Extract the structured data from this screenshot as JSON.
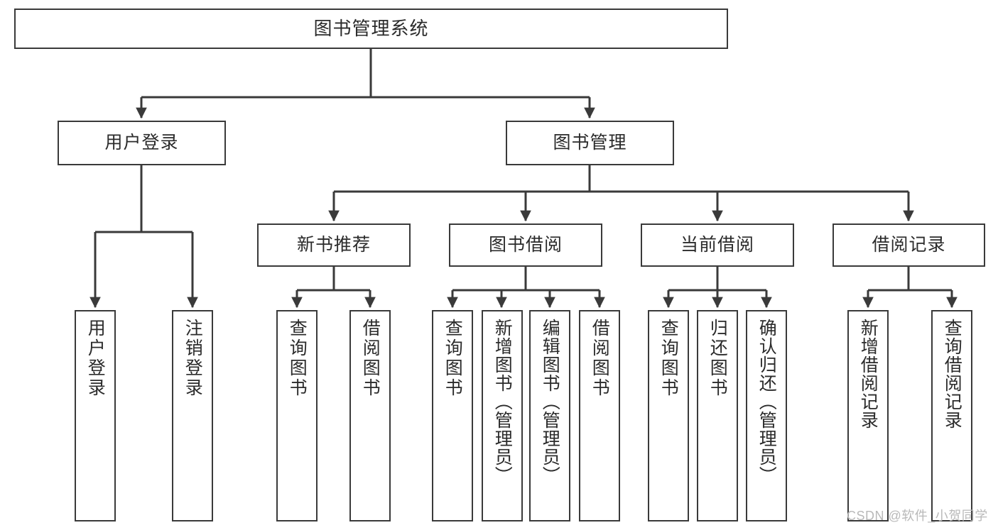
{
  "diagram": {
    "title": "图书管理系统",
    "type": "tree",
    "root": {
      "id": "root",
      "label": "图书管理系统"
    },
    "level2": [
      {
        "id": "user-login",
        "label": "用户登录"
      },
      {
        "id": "book-management",
        "label": "图书管理"
      }
    ],
    "level3": [
      {
        "id": "new-book-recommend",
        "label": "新书推荐",
        "parent": "book-management"
      },
      {
        "id": "book-borrow",
        "label": "图书借阅",
        "parent": "book-management"
      },
      {
        "id": "current-borrow",
        "label": "当前借阅",
        "parent": "book-management"
      },
      {
        "id": "borrow-record",
        "label": "借阅记录",
        "parent": "book-management"
      }
    ],
    "leaves": [
      {
        "id": "leaf-user-login",
        "label": "用户登录",
        "parent": "user-login"
      },
      {
        "id": "leaf-logout-login",
        "label": "注销登录",
        "parent": "user-login"
      },
      {
        "id": "leaf-query-book-1",
        "label": "查询图书",
        "parent": "new-book-recommend"
      },
      {
        "id": "leaf-borrow-book-1",
        "label": "借阅图书",
        "parent": "new-book-recommend"
      },
      {
        "id": "leaf-query-book-2",
        "label": "查询图书",
        "parent": "book-borrow"
      },
      {
        "id": "leaf-add-book",
        "label": "新增图书（管理员）",
        "parent": "book-borrow"
      },
      {
        "id": "leaf-edit-book",
        "label": "编辑图书（管理员）",
        "parent": "book-borrow"
      },
      {
        "id": "leaf-borrow-book-2",
        "label": "借阅图书",
        "parent": "book-borrow"
      },
      {
        "id": "leaf-query-book-3",
        "label": "查询图书",
        "parent": "current-borrow"
      },
      {
        "id": "leaf-return-book",
        "label": "归还图书",
        "parent": "current-borrow"
      },
      {
        "id": "leaf-confirm-return",
        "label": "确认归还（管理员）",
        "parent": "current-borrow"
      },
      {
        "id": "leaf-add-record",
        "label": "新增借阅记录",
        "parent": "borrow-record"
      },
      {
        "id": "leaf-query-record",
        "label": "查询借阅记录",
        "parent": "borrow-record"
      }
    ],
    "watermark": "CSDN @软件_小贺同学",
    "colors": {
      "stroke": "#3a3a3a",
      "text": "#2b2b2b",
      "background": "#ffffff",
      "watermark": "#b9b9b9"
    }
  }
}
